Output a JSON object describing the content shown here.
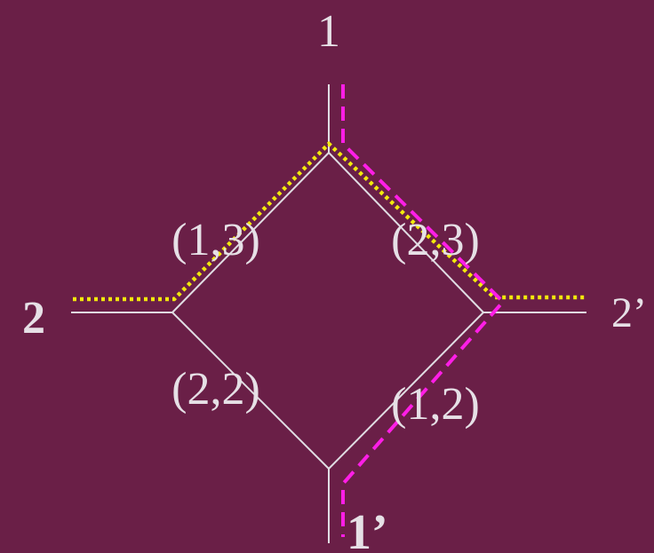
{
  "diagram": {
    "colors": {
      "background": "#6a1f47",
      "edge": "#e0dde3",
      "label": "#e6e0e6",
      "dotted_path": "#f2ea0c",
      "dashed_path": "#ff1ee6"
    },
    "endpoints": {
      "top": "1",
      "left": "2",
      "right": "2’",
      "bottom": "1’"
    },
    "edge_labels": {
      "upper_left": "(1,3)",
      "upper_right": "(2,3)",
      "lower_left": "(2,2)",
      "lower_right": "(1,2)"
    }
  }
}
